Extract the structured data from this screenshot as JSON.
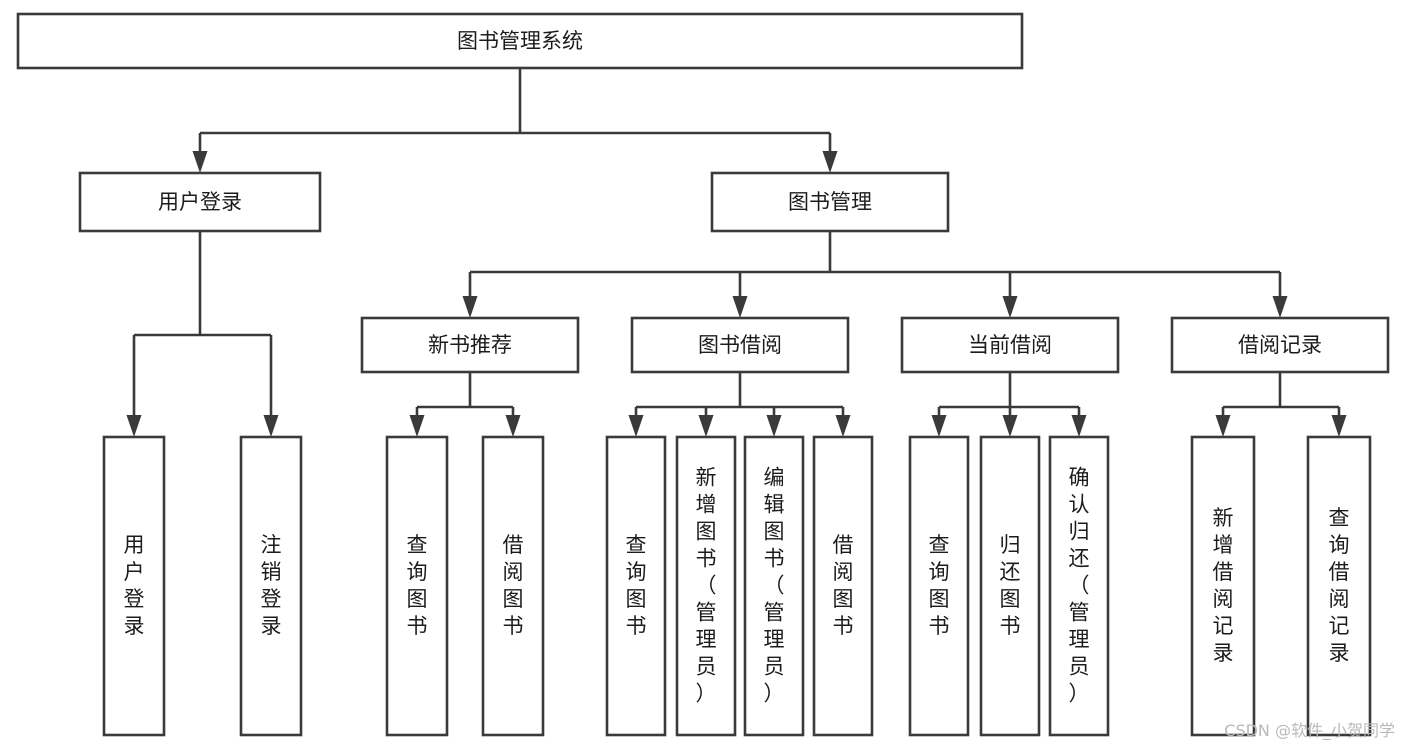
{
  "diagram": {
    "type": "tree",
    "title": "图书管理系统",
    "orientation": "top-down",
    "background_color": "#ffffff",
    "line_color": "#3a3a3a",
    "text_color": "#1c1c1c",
    "levels": 4,
    "nodes": {
      "root": {
        "label": "图书管理系统",
        "level": 1,
        "text_orientation": "horizontal"
      },
      "user_login": {
        "label": "用户登录",
        "level": 2,
        "text_orientation": "horizontal"
      },
      "book_manage": {
        "label": "图书管理",
        "level": 2,
        "text_orientation": "horizontal"
      },
      "new_book_rec": {
        "label": "新书推荐",
        "level": 3,
        "text_orientation": "horizontal"
      },
      "book_borrow": {
        "label": "图书借阅",
        "level": 3,
        "text_orientation": "horizontal"
      },
      "current_borrow": {
        "label": "当前借阅",
        "level": 3,
        "text_orientation": "horizontal"
      },
      "borrow_record": {
        "label": "借阅记录",
        "level": 3,
        "text_orientation": "horizontal"
      },
      "leaf_user_login": {
        "label": "用户登录",
        "level": 4,
        "text_orientation": "vertical"
      },
      "leaf_logout": {
        "label": "注销登录",
        "level": 4,
        "text_orientation": "vertical"
      },
      "leaf_query_book_1": {
        "label": "查询图书",
        "level": 4,
        "text_orientation": "vertical"
      },
      "leaf_borrow_book_1": {
        "label": "借阅图书",
        "level": 4,
        "text_orientation": "vertical"
      },
      "leaf_query_book_2": {
        "label": "查询图书",
        "level": 4,
        "text_orientation": "vertical"
      },
      "leaf_add_book": {
        "label": "新增图书（管理员）",
        "level": 4,
        "text_orientation": "vertical"
      },
      "leaf_edit_book": {
        "label": "编辑图书（管理员）",
        "level": 4,
        "text_orientation": "vertical"
      },
      "leaf_borrow_book_2": {
        "label": "借阅图书",
        "level": 4,
        "text_orientation": "vertical"
      },
      "leaf_query_book_3": {
        "label": "查询图书",
        "level": 4,
        "text_orientation": "vertical"
      },
      "leaf_return_book": {
        "label": "归还图书",
        "level": 4,
        "text_orientation": "vertical"
      },
      "leaf_confirm_return": {
        "label": "确认归还（管理员）",
        "level": 4,
        "text_orientation": "vertical"
      },
      "leaf_add_record": {
        "label": "新增借阅记录",
        "level": 4,
        "text_orientation": "vertical"
      },
      "leaf_query_record": {
        "label": "查询借阅记录",
        "level": 4,
        "text_orientation": "vertical"
      }
    },
    "edges": [
      {
        "from": "root",
        "to": "user_login"
      },
      {
        "from": "root",
        "to": "book_manage"
      },
      {
        "from": "user_login",
        "to": "leaf_user_login"
      },
      {
        "from": "user_login",
        "to": "leaf_logout"
      },
      {
        "from": "book_manage",
        "to": "new_book_rec"
      },
      {
        "from": "book_manage",
        "to": "book_borrow"
      },
      {
        "from": "book_manage",
        "to": "current_borrow"
      },
      {
        "from": "book_manage",
        "to": "borrow_record"
      },
      {
        "from": "new_book_rec",
        "to": "leaf_query_book_1"
      },
      {
        "from": "new_book_rec",
        "to": "leaf_borrow_book_1"
      },
      {
        "from": "book_borrow",
        "to": "leaf_query_book_2"
      },
      {
        "from": "book_borrow",
        "to": "leaf_add_book"
      },
      {
        "from": "book_borrow",
        "to": "leaf_edit_book"
      },
      {
        "from": "book_borrow",
        "to": "leaf_borrow_book_2"
      },
      {
        "from": "current_borrow",
        "to": "leaf_query_book_3"
      },
      {
        "from": "current_borrow",
        "to": "leaf_return_book"
      },
      {
        "from": "current_borrow",
        "to": "leaf_confirm_return"
      },
      {
        "from": "borrow_record",
        "to": "leaf_add_record"
      },
      {
        "from": "borrow_record",
        "to": "leaf_query_record"
      }
    ]
  },
  "watermark": {
    "text": "CSDN @软件_小贺同学"
  }
}
